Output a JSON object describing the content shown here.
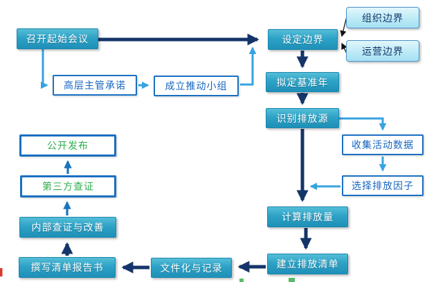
{
  "diagram": {
    "nodes": [
      {
        "id": "kickoff",
        "label": "召开起始会议",
        "style": "teal"
      },
      {
        "id": "commitment",
        "label": "高层主管承诺",
        "style": "white-blue"
      },
      {
        "id": "team",
        "label": "成立推动小组",
        "style": "white-blue"
      },
      {
        "id": "boundary",
        "label": "设定边界",
        "style": "teal"
      },
      {
        "id": "org-boundary",
        "label": "组织边界",
        "style": "cyan"
      },
      {
        "id": "op-boundary",
        "label": "运营边界",
        "style": "cyan"
      },
      {
        "id": "base-year",
        "label": "拟定基准年",
        "style": "teal"
      },
      {
        "id": "sources",
        "label": "识别排放源",
        "style": "teal"
      },
      {
        "id": "activity",
        "label": "收集活动数据",
        "style": "white-blue"
      },
      {
        "id": "factor",
        "label": "选择排放因子",
        "style": "white-blue"
      },
      {
        "id": "calculate",
        "label": "计算排放量",
        "style": "teal"
      },
      {
        "id": "inventory",
        "label": "建立排放清单",
        "style": "teal"
      },
      {
        "id": "document",
        "label": "文件化与记录",
        "style": "teal"
      },
      {
        "id": "report",
        "label": "撰写清单报告书",
        "style": "teal"
      },
      {
        "id": "internal",
        "label": "内部查证与改善",
        "style": "teal"
      },
      {
        "id": "third-party",
        "label": "第三方查证",
        "style": "white-green"
      },
      {
        "id": "publish",
        "label": "公开发布",
        "style": "white-green"
      }
    ],
    "edges": [
      {
        "from": "kickoff",
        "to": "boundary",
        "color": "navy"
      },
      {
        "from": "kickoff",
        "to": "commitment",
        "color": "light-blue"
      },
      {
        "from": "commitment",
        "to": "team",
        "color": "light-blue"
      },
      {
        "from": "team",
        "to": "boundary",
        "color": "light-blue"
      },
      {
        "from": "org-boundary",
        "to": "boundary",
        "color": "black"
      },
      {
        "from": "op-boundary",
        "to": "boundary",
        "color": "black"
      },
      {
        "from": "boundary",
        "to": "base-year",
        "color": "navy"
      },
      {
        "from": "base-year",
        "to": "sources",
        "color": "navy"
      },
      {
        "from": "sources",
        "to": "calculate",
        "color": "navy"
      },
      {
        "from": "sources",
        "to": "activity",
        "color": "light-blue"
      },
      {
        "from": "activity",
        "to": "factor",
        "color": "light-blue"
      },
      {
        "from": "factor",
        "to": "calculate",
        "color": "light-blue"
      },
      {
        "from": "calculate",
        "to": "inventory",
        "color": "navy"
      },
      {
        "from": "inventory",
        "to": "document",
        "color": "navy"
      },
      {
        "from": "document",
        "to": "report",
        "color": "navy"
      },
      {
        "from": "report",
        "to": "internal",
        "color": "navy"
      },
      {
        "from": "internal",
        "to": "third-party",
        "color": "medium-blue"
      },
      {
        "from": "third-party",
        "to": "publish",
        "color": "medium-blue"
      }
    ],
    "colors": {
      "teal_top": "#55bed8",
      "teal_bottom": "#1f90b8",
      "navy": "#15356a",
      "light_blue": "#36a3e0",
      "medium_blue": "#1b75bc",
      "blue_border": "#1a6fc1",
      "blue_text": "#1565c0",
      "green_text": "#2fae4e",
      "cyan_fill": "#bdeaf6",
      "black_connector": "#111111",
      "red_fragment": "#d93a2b"
    }
  }
}
